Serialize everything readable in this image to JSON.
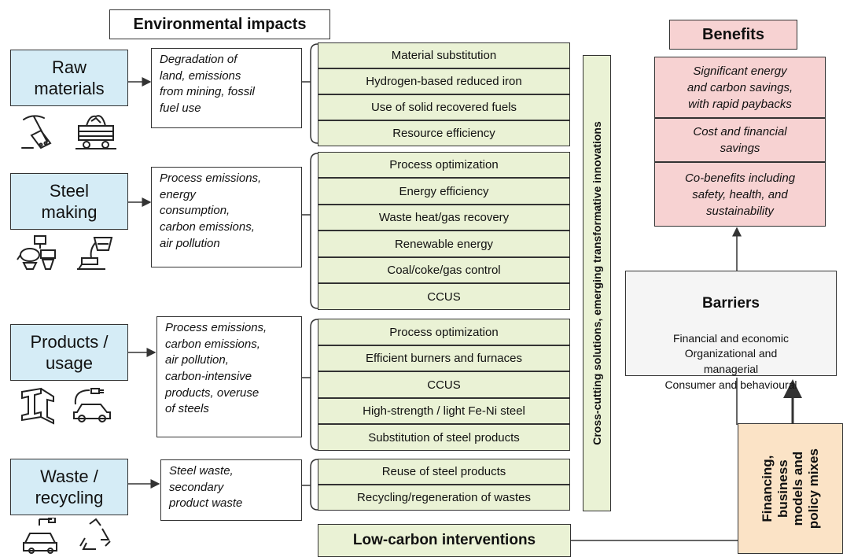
{
  "headers": {
    "environmental_impacts": "Environmental impacts",
    "benefits": "Benefits",
    "low_carbon": "Low-carbon interventions",
    "cross_cutting": "Cross-cutting solutions, emerging transformative innovations",
    "financing": "Financing,\nbusiness\nmodels and\npolicy mixes"
  },
  "stages": [
    {
      "label": "Raw\nmaterials",
      "icons": [
        "pickaxe-icon",
        "mine-cart-icon"
      ],
      "impacts": "Degradation of\nland, emissions\nfrom mining, fossil\nfuel use",
      "interventions": [
        "Material substitution",
        "Hydrogen-based reduced iron",
        "Use of solid recovered fuels",
        "Resource efficiency"
      ]
    },
    {
      "label": "Steel\nmaking",
      "icons": [
        "furnace-icon",
        "ladle-pour-icon"
      ],
      "impacts": "Process emissions,\nenergy\nconsumption,\ncarbon emissions,\nair pollution",
      "interventions": [
        "Process optimization",
        "Energy efficiency",
        "Waste heat/gas recovery",
        "Renewable energy",
        "Coal/coke/gas control",
        "CCUS"
      ]
    },
    {
      "label": "Products /\nusage",
      "icons": [
        "steel-beam-icon",
        "electric-car-icon"
      ],
      "impacts": "Process emissions,\ncarbon emissions,\nair pollution,\ncarbon-intensive\nproducts, overuse\nof steels",
      "interventions": [
        "Process optimization",
        "Efficient burners and furnaces",
        "CCUS",
        "High-strength / light Fe-Ni steel",
        "Substitution of steel products"
      ]
    },
    {
      "label": "Waste /\nrecycling",
      "icons": [
        "car-crane-icon",
        "recycle-icon"
      ],
      "impacts": "Steel waste,\nsecondary\nproduct waste",
      "interventions": [
        "Reuse of steel products",
        "Recycling/regeneration of wastes"
      ]
    }
  ],
  "benefits": [
    "Significant energy\nand carbon savings,\nwith rapid paybacks",
    "Cost and financial\nsavings",
    "Co-benefits including\nsafety, health, and\nsustainability"
  ],
  "barriers": {
    "title": "Barriers",
    "text": "Financial and economic\nOrganizational and\nmanagerial\nConsumer and behavioural"
  },
  "colors": {
    "stage": "#d5ecf6",
    "intervention": "#eaf2d5",
    "benefit": "#f7d2d2",
    "financing": "#fbe3c6",
    "line": "#333333"
  }
}
